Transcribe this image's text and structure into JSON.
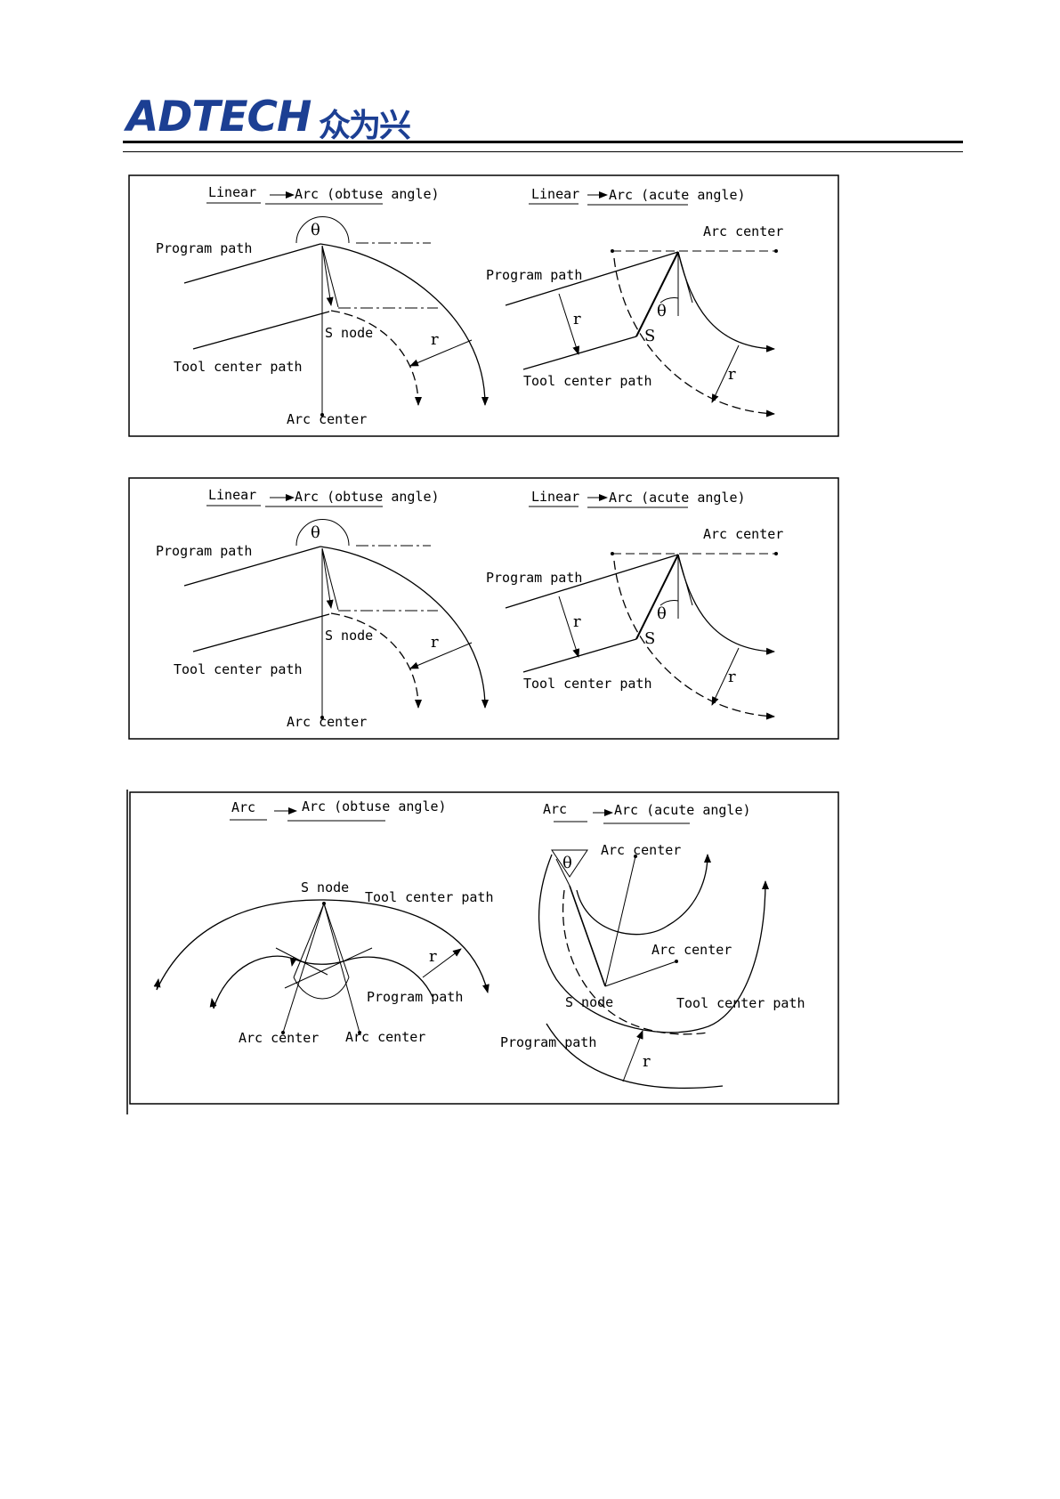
{
  "header": {
    "logo_latin": "ADTECH",
    "logo_cn": "众为兴"
  },
  "figures": [
    {
      "left": {
        "title_a": "Linear",
        "title_b": "Arc (obtuse angle)",
        "program_path": "Program path",
        "s_node": "S node",
        "tool_center_path": "Tool center path",
        "arc_center": "Arc center",
        "theta": "θ",
        "r": "r"
      },
      "right": {
        "title_a": "Linear",
        "title_b": "Arc (acute angle)",
        "arc_center": "Arc center",
        "program_path": "Program path",
        "s": "S",
        "tool_center_path": "Tool center path",
        "theta": "θ",
        "r": "r"
      }
    },
    {
      "left": {
        "title_a": "Linear",
        "title_b": "Arc (obtuse angle)",
        "program_path": "Program path",
        "s_node": "S node",
        "tool_center_path": "Tool center path",
        "arc_center": "Arc center",
        "theta": "θ",
        "r": "r"
      },
      "right": {
        "title_a": "Linear",
        "title_b": "Arc (acute angle)",
        "arc_center": "Arc center",
        "program_path": "Program path",
        "s": "S",
        "tool_center_path": "Tool center path",
        "theta": "θ",
        "r": "r"
      }
    }
  ],
  "figure3": {
    "left": {
      "title_a": "Arc",
      "title_b": "Arc (obtuse angle)",
      "s_node": "S node",
      "tool_center_path": "Tool center path",
      "r": "r",
      "program_path": "Program path",
      "arc_center_1": "Arc center",
      "arc_center_2": "Arc center"
    },
    "right": {
      "title_a": "Arc",
      "title_b": "Arc (acute angle)",
      "theta": "θ",
      "arc_center_1": "Arc center",
      "arc_center_2": "Arc center",
      "s_node": "S node",
      "tool_center_path": "Tool center path",
      "program_path": "Program path",
      "r": "r"
    }
  }
}
